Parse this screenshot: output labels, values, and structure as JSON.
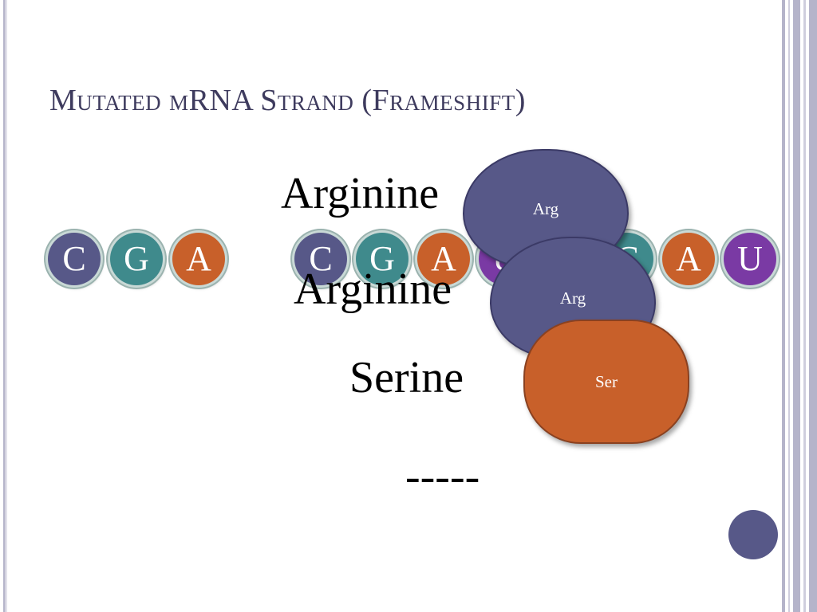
{
  "slide": {
    "title": "Mutated mRNA Strand (Frameshift)"
  },
  "strand": {
    "nucleotides": [
      {
        "letter": "C",
        "color": "#575888"
      },
      {
        "letter": "G",
        "color": "#3f8a8c"
      },
      {
        "letter": "A",
        "color": "#c8602a"
      },
      {
        "letter": "C",
        "color": "#575888"
      },
      {
        "letter": "G",
        "color": "#3f8a8c"
      },
      {
        "letter": "A",
        "color": "#c8602a"
      },
      {
        "letter": "U",
        "color": "#7a3aa4"
      },
      {
        "letter": "C",
        "color": "#3f8a8c"
      },
      {
        "letter": "A",
        "color": "#c8602a"
      },
      {
        "letter": "U",
        "color": "#7a3aa4"
      }
    ]
  },
  "amino_acids": {
    "words": [
      "Arginine",
      "Arginine",
      "Serine",
      "-----"
    ],
    "bubbles": [
      {
        "label": "Arg",
        "color": "#575888"
      },
      {
        "label": "Arg",
        "color": "#575888"
      },
      {
        "label": "Ser",
        "color": "#c8602a"
      }
    ]
  }
}
